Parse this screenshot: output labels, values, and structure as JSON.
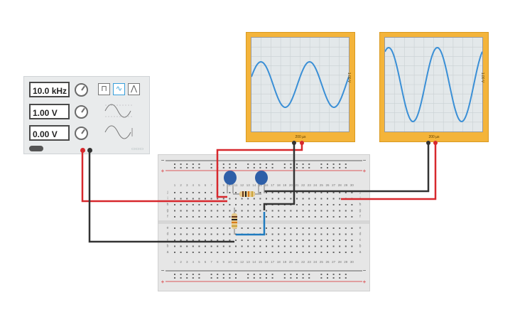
{
  "function_generator": {
    "frequency": "10.0 kHz",
    "amplitude": "1.00 V",
    "offset": "0.00 V",
    "waveforms": [
      "square",
      "sine",
      "triangle"
    ],
    "selected_waveform": "sine"
  },
  "oscilloscope_1": {
    "time_per_div": "200 µs",
    "volts_per_div": "1.00 V"
  },
  "oscilloscope_2": {
    "time_per_div": "200 µs",
    "volts_per_div": "1.00 V"
  },
  "breadboard": {
    "column_numbers": [
      "1",
      "2",
      "3",
      "4",
      "5",
      "6",
      "7",
      "8",
      "9",
      "10",
      "11",
      "12",
      "13",
      "14",
      "15",
      "16",
      "17",
      "18",
      "19",
      "20",
      "21",
      "22",
      "23",
      "24",
      "25",
      "26",
      "27",
      "28",
      "29",
      "30"
    ],
    "row_letters_top": [
      "j",
      "i",
      "h",
      "g",
      "f"
    ],
    "row_letters_bottom": [
      "e",
      "d",
      "c",
      "b",
      "a"
    ],
    "rail_minus": "−",
    "rail_plus": "+"
  },
  "colors": {
    "wire_red": "#d7282d",
    "wire_black": "#333333",
    "wire_blue": "#1f7bbf",
    "trace": "#3a8fd6",
    "scope_frame": "#f4b43a"
  }
}
